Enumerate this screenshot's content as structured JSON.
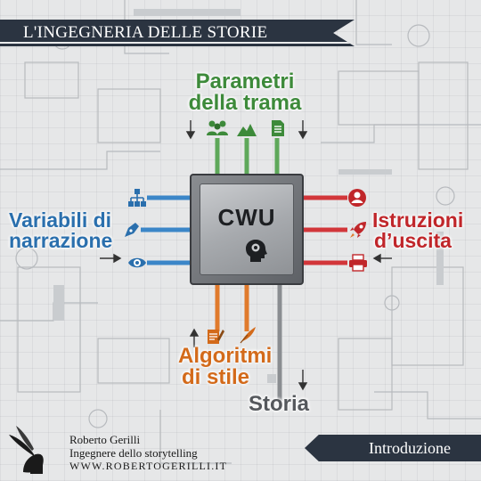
{
  "banner": {
    "title": "L'INGEGNERIA DELLE STORIE"
  },
  "chip": {
    "label": "CWU"
  },
  "inputs": {
    "plot_params": {
      "line1": "Parametri",
      "line2": "della trama"
    },
    "narrative_vars": {
      "line1": "Variabili di",
      "line2": "narrazione"
    },
    "style_algos": {
      "line1": "Algoritmi",
      "line2": "di stile"
    }
  },
  "outputs": {
    "instructions": {
      "line1": "Istruzioni",
      "line2": "d’uscita"
    },
    "story": {
      "label": "Storia"
    }
  },
  "author": {
    "name": "Roberto Gerilli",
    "role": "Ingegnere dello storytelling",
    "site": "WWW.ROBERTOGERILLI.IT"
  },
  "section": {
    "label": "Introduzione"
  },
  "colors": {
    "banner": "#2b3441",
    "green": "#3d8a3a",
    "blue": "#2a6fad",
    "red": "#c0262a",
    "orange": "#d36a1a",
    "gray": "#55585c"
  },
  "icons": {
    "plot": [
      "group-icon",
      "mountain-icon",
      "document-icon"
    ],
    "narrative": [
      "hierarchy-icon",
      "pen-nib-icon",
      "eye-icon"
    ],
    "output": [
      "person-icon",
      "rocket-icon",
      "printer-icon"
    ],
    "style": [
      "notepad-icon",
      "quill-icon"
    ],
    "chip": "brain-head-icon"
  }
}
